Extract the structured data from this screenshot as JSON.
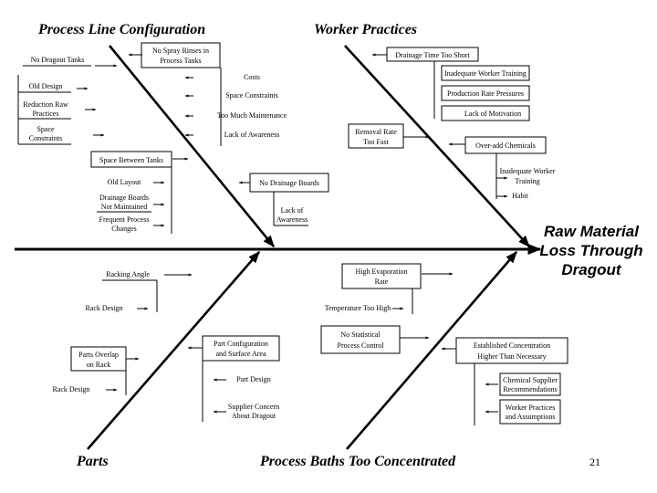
{
  "effect": [
    "Raw Material",
    "Loss Through",
    "Dragout"
  ],
  "categories": {
    "process_line": "Process Line Configuration",
    "worker": "Worker Practices",
    "parts": "Parts",
    "baths": "Process Baths Too Concentrated"
  },
  "process_line": {
    "no_spray_rinses": [
      "No Spray Rinses in",
      "Process Tanks"
    ],
    "no_dragout_tanks": "No Dragout Tanks",
    "old_design": "Old Design",
    "reduction_raw": [
      "Reduction Raw",
      "Practices"
    ],
    "space_constraints_left": [
      "Space",
      "Constraints"
    ],
    "costs": "Costs",
    "space_constraints": "Space Constraints",
    "too_much_maintenance": "Too Much Maintenance",
    "lack_awareness_1": "Lack of Awareness",
    "space_between_tanks": "Space Between Tanks",
    "old_layout": "Old Layout",
    "drainage_boards_not_maintained": [
      "Drainage Boards",
      "Not Maintained"
    ],
    "frequent_process_changes": [
      "Frequent Process",
      "Changes"
    ],
    "no_drainage_boards": "No Drainage Boards",
    "lack_awareness_2": [
      "Lack of",
      "Awareness"
    ]
  },
  "worker": {
    "drainage_time_short": "Drainage Time Too Short",
    "inadequate_training": "Inadequate Worker Training",
    "production_rate": "Production Rate Pressures",
    "lack_motivation": "Lack of Motivation",
    "removal_rate": [
      "Removal Rate",
      "Too Fast"
    ],
    "over_add": "Over-add Chemicals",
    "inadequate_worker_training": [
      "Inadequate Worker",
      "Training"
    ],
    "habit": "Habit"
  },
  "parts": {
    "racking_angle": "Racking Angle",
    "rack_design_1": "Rack Design",
    "parts_overlap": [
      "Parts Overlap",
      "on Rack"
    ],
    "rack_design_2": "Rack Design",
    "part_config": [
      "Part Configuration",
      "and Surface Area"
    ],
    "part_design": "Part Design",
    "supplier_concern": [
      "Supplier Concern",
      "About Dragout"
    ]
  },
  "baths": {
    "high_evaporation": [
      "High Evaporation",
      "Rate"
    ],
    "temperature_high": "Temperature Too High",
    "no_statistical": [
      "No Statistical",
      "Process Control"
    ],
    "established_concentration": [
      "Established Concentration",
      "Higher Than Necessary"
    ],
    "chemical_supplier": [
      "Chemical Supplier",
      "Recommendations"
    ],
    "worker_practices": [
      "Worker Practices",
      "and Assumptions"
    ]
  },
  "page_number": "21"
}
